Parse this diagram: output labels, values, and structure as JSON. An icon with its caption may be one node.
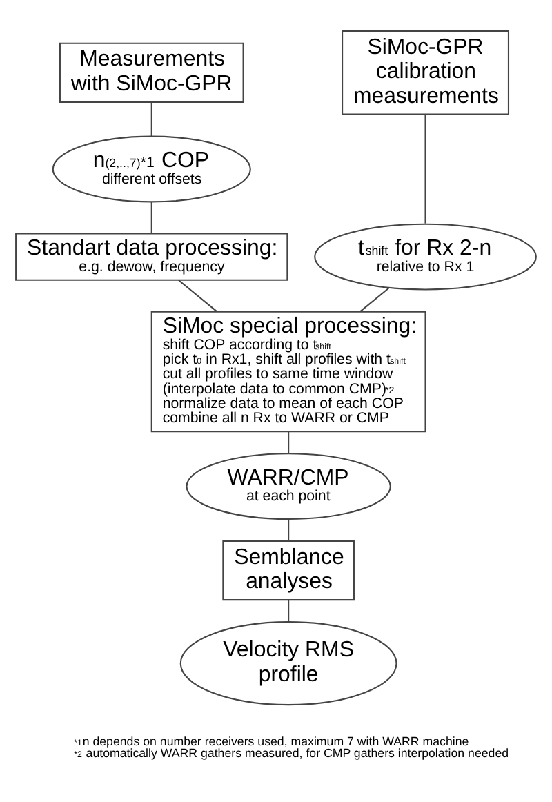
{
  "diagram": {
    "nodes": [
      {
        "text": [
          "Measurements with SiMoc-GPR"
        ]
      },
      {
        "text": [
          "n$_{(2,..,7)}$$^{*1}$ COP",
          "different offsets"
        ]
      },
      {
        "text": [
          "SiMoc-GPR calibration measurements"
        ]
      },
      {
        "text": [
          "Standart data processing:",
          "e.g. dewow, frequency"
        ]
      },
      {
        "text": [
          "t$_{shift}$ for Rx 2-n",
          "relative to Rx 1"
        ]
      },
      {
        "text": [
          "SiMoc special processing:",
          "shift COP according to t$_{shift}$",
          "pick t$_{0}$ in Rx1, shift all profiles with t$_{shift}$",
          "cut all profiles to same time window",
          "(interpolate data to common CMP)$^{*2}$",
          "normalize data to mean of each COP",
          "combine all n Rx to WARR or CMP"
        ]
      },
      {
        "text": [
          "WARR/CMP",
          "at each point"
        ]
      },
      {
        "text": [
          "Semblance analyses"
        ]
      },
      {
        "text": [
          "Velocity RMS profile"
        ]
      }
    ],
    "edges": [
      {
        "from": 0,
        "to": 1,
        "arrow": "none"
      },
      {
        "from": 1,
        "to": 3,
        "arrow": "none"
      },
      {
        "from": 2,
        "to": 4,
        "arrow": "none"
      },
      {
        "from": 3,
        "to": 5,
        "arrow": "none"
      },
      {
        "from": 4,
        "to": 5,
        "arrow": "none"
      },
      {
        "from": 5,
        "to": 6,
        "arrow": "none"
      },
      {
        "from": 6,
        "to": 7,
        "arrow": "none"
      },
      {
        "from": 7,
        "to": 8,
        "arrow": "none"
      }
    ],
    "labels": [
      "$^{*1}$n depends on number receivers used, maximum 7 with WARR machine",
      "$^{*2}$ automatically WARR gathers measured, for CMP gathers interpolation needed"
    ]
  }
}
